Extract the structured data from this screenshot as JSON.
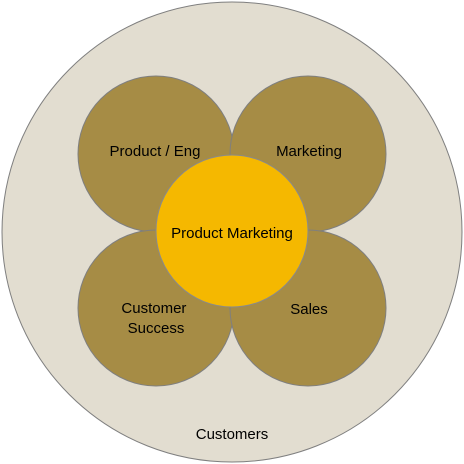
{
  "diagram": {
    "outer": {
      "label": "Customers",
      "fill": "#e2ddd0",
      "stroke": "#7f7f7f"
    },
    "petals": [
      {
        "id": "product-eng",
        "lines": [
          "Product / Eng"
        ]
      },
      {
        "id": "marketing",
        "lines": [
          "Marketing"
        ]
      },
      {
        "id": "customer-success",
        "lines": [
          "Customer",
          "Success"
        ]
      },
      {
        "id": "sales",
        "lines": [
          "Sales"
        ]
      }
    ],
    "petal_style": {
      "fill": "#a68c45",
      "stroke": "#7f7f7f"
    },
    "center": {
      "label": "Product Marketing",
      "fill": "#f5b800",
      "stroke": "#8a8a8a"
    }
  }
}
